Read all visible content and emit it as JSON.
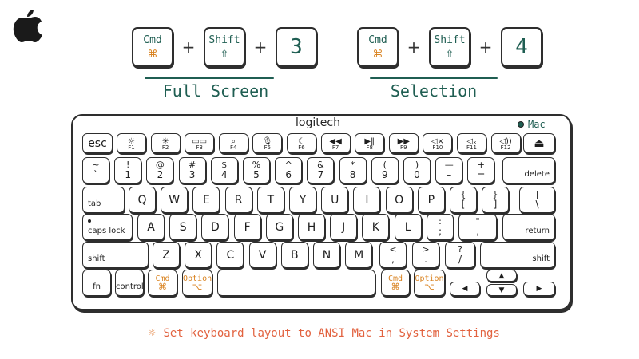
{
  "shortcuts": [
    {
      "keys": [
        {
          "label": "Cmd",
          "symbol": "⌘"
        },
        {
          "label": "Shift",
          "symbol": "⇧"
        },
        {
          "label": "3"
        }
      ],
      "caption": "Full Screen"
    },
    {
      "keys": [
        {
          "label": "Cmd",
          "symbol": "⌘"
        },
        {
          "label": "Shift",
          "symbol": "⇧"
        },
        {
          "label": "4"
        }
      ],
      "caption": "Selection"
    }
  ],
  "plus": "+",
  "keyboard": {
    "brand": "logitech",
    "mode_label": "Mac",
    "fn_row": [
      {
        "main": "esc"
      },
      {
        "icon": "☼",
        "fn": "F1"
      },
      {
        "icon": "☀",
        "fn": "F2"
      },
      {
        "icon": "▭▭",
        "fn": "F3"
      },
      {
        "icon": "⌕",
        "fn": "F4"
      },
      {
        "icon": "🎙",
        "fn": "F5"
      },
      {
        "icon": "☾",
        "fn": "F6"
      },
      {
        "icon": "◀◀",
        "fn": "F7"
      },
      {
        "icon": "▶‖",
        "fn": "F8"
      },
      {
        "icon": "▶▶",
        "fn": "F9"
      },
      {
        "icon": "◁×",
        "fn": "F10"
      },
      {
        "icon": "◁ₓ",
        "fn": "F11"
      },
      {
        "icon": "◁))",
        "fn": "F12"
      },
      {
        "icon": "⏏"
      }
    ],
    "num_row": [
      {
        "top": "~",
        "bottom": "`"
      },
      {
        "top": "!",
        "bottom": "1"
      },
      {
        "top": "@",
        "bottom": "2"
      },
      {
        "top": "#",
        "bottom": "3"
      },
      {
        "top": "$",
        "bottom": "4"
      },
      {
        "top": "%",
        "bottom": "5"
      },
      {
        "top": "^",
        "bottom": "6"
      },
      {
        "top": "&",
        "bottom": "7"
      },
      {
        "top": "*",
        "bottom": "8"
      },
      {
        "top": "(",
        "bottom": "9"
      },
      {
        "top": ")",
        "bottom": "0"
      },
      {
        "top": "—",
        "bottom": "–"
      },
      {
        "top": "+",
        "bottom": "="
      },
      {
        "main": "delete"
      }
    ],
    "q_row": [
      {
        "main": "tab"
      },
      {
        "main": "Q"
      },
      {
        "main": "W"
      },
      {
        "main": "E"
      },
      {
        "main": "R"
      },
      {
        "main": "T"
      },
      {
        "main": "Y"
      },
      {
        "main": "U"
      },
      {
        "main": "I"
      },
      {
        "main": "O"
      },
      {
        "main": "P"
      },
      {
        "top": "{",
        "bottom": "["
      },
      {
        "top": "}",
        "bottom": "]"
      },
      {
        "top": "|",
        "bottom": "\\"
      }
    ],
    "a_row": [
      {
        "main": "caps lock"
      },
      {
        "main": "A"
      },
      {
        "main": "S"
      },
      {
        "main": "D"
      },
      {
        "main": "F"
      },
      {
        "main": "G"
      },
      {
        "main": "H"
      },
      {
        "main": "J"
      },
      {
        "main": "K"
      },
      {
        "main": "L"
      },
      {
        "top": ":",
        "bottom": ";"
      },
      {
        "top": "\"",
        "bottom": ","
      },
      {
        "main": "return"
      }
    ],
    "z_row": [
      {
        "main": "shift"
      },
      {
        "main": "Z"
      },
      {
        "main": "X"
      },
      {
        "main": "C"
      },
      {
        "main": "V"
      },
      {
        "main": "B"
      },
      {
        "main": "N"
      },
      {
        "main": "M"
      },
      {
        "top": "<",
        "bottom": ","
      },
      {
        "top": ">",
        "bottom": "."
      },
      {
        "top": "?",
        "bottom": "/"
      },
      {
        "main": "shift"
      }
    ],
    "bottom_row": [
      {
        "main": "fn"
      },
      {
        "main": "control"
      },
      {
        "main": "Cmd",
        "symbol": "⌘"
      },
      {
        "main": "Option",
        "symbol": "⌥"
      },
      {
        "main": ""
      },
      {
        "main": "Cmd",
        "symbol": "⌘"
      },
      {
        "main": "Option",
        "symbol": "⌥"
      },
      {
        "main": "◀"
      },
      {
        "main": "▲"
      },
      {
        "main": "▼"
      },
      {
        "main": "▶"
      }
    ]
  },
  "tip": {
    "icon": "☼",
    "text": "Set keyboard layout to ANSI Mac in System Settings"
  },
  "colors": {
    "accent_green": "#1f5e52",
    "accent_orange": "#d9821f",
    "tip": "#e2623f"
  }
}
